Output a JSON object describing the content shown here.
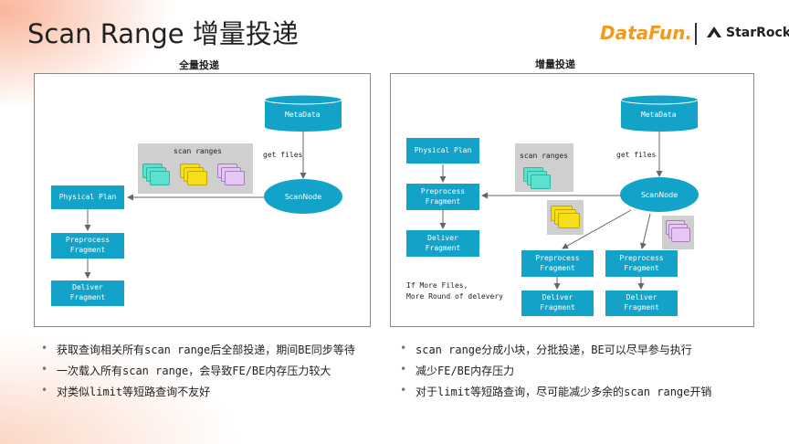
{
  "title": "Scan Range 增量投递",
  "logos": {
    "datafun": "DataFun.",
    "starrocks": "StarRocks"
  },
  "left": {
    "heading": "全量投递",
    "metadata": "MetaData",
    "get_files": "get files",
    "scan_ranges": "scan ranges",
    "scannode": "ScanNode",
    "physical_plan": "Physical Plan",
    "preprocess": "Preprocess\nFragment",
    "deliver": "Deliver\nFragment"
  },
  "right": {
    "heading": "增量投递",
    "metadata": "MetaData",
    "get_files": "get files",
    "scan_ranges": "scan ranges",
    "scannode": "ScanNode",
    "physical_plan": "Physical Plan",
    "preprocess": "Preprocess\nFragment",
    "deliver": "Deliver\nFragment",
    "preprocess_a": "Preprocess\nFragment",
    "preprocess_b": "Preprocess\nFragment",
    "deliver_a": "Deliver\nFragment",
    "deliver_b": "Deliver\nFragment",
    "note": "If More Files,\nMore Round of delevery"
  },
  "bullets_left": [
    "获取查询相关所有scan range后全部投递，期间BE同步等待",
    "一次载入所有scan range，会导致FE/BE内存压力较大",
    "对类似limit等短路查询不友好"
  ],
  "bullets_right": [
    "scan range分成小块，分批投递，BE可以尽早参与执行",
    "减少FE/BE内存压力",
    "对于limit等短路查询，尽可能减少多余的scan range开销"
  ],
  "colors": {
    "node": "#13a3c8",
    "teal": "#5ee0cf",
    "yellow": "#f7de1c",
    "lilac": "#e6c6f3",
    "accent": "#f39a1c"
  }
}
